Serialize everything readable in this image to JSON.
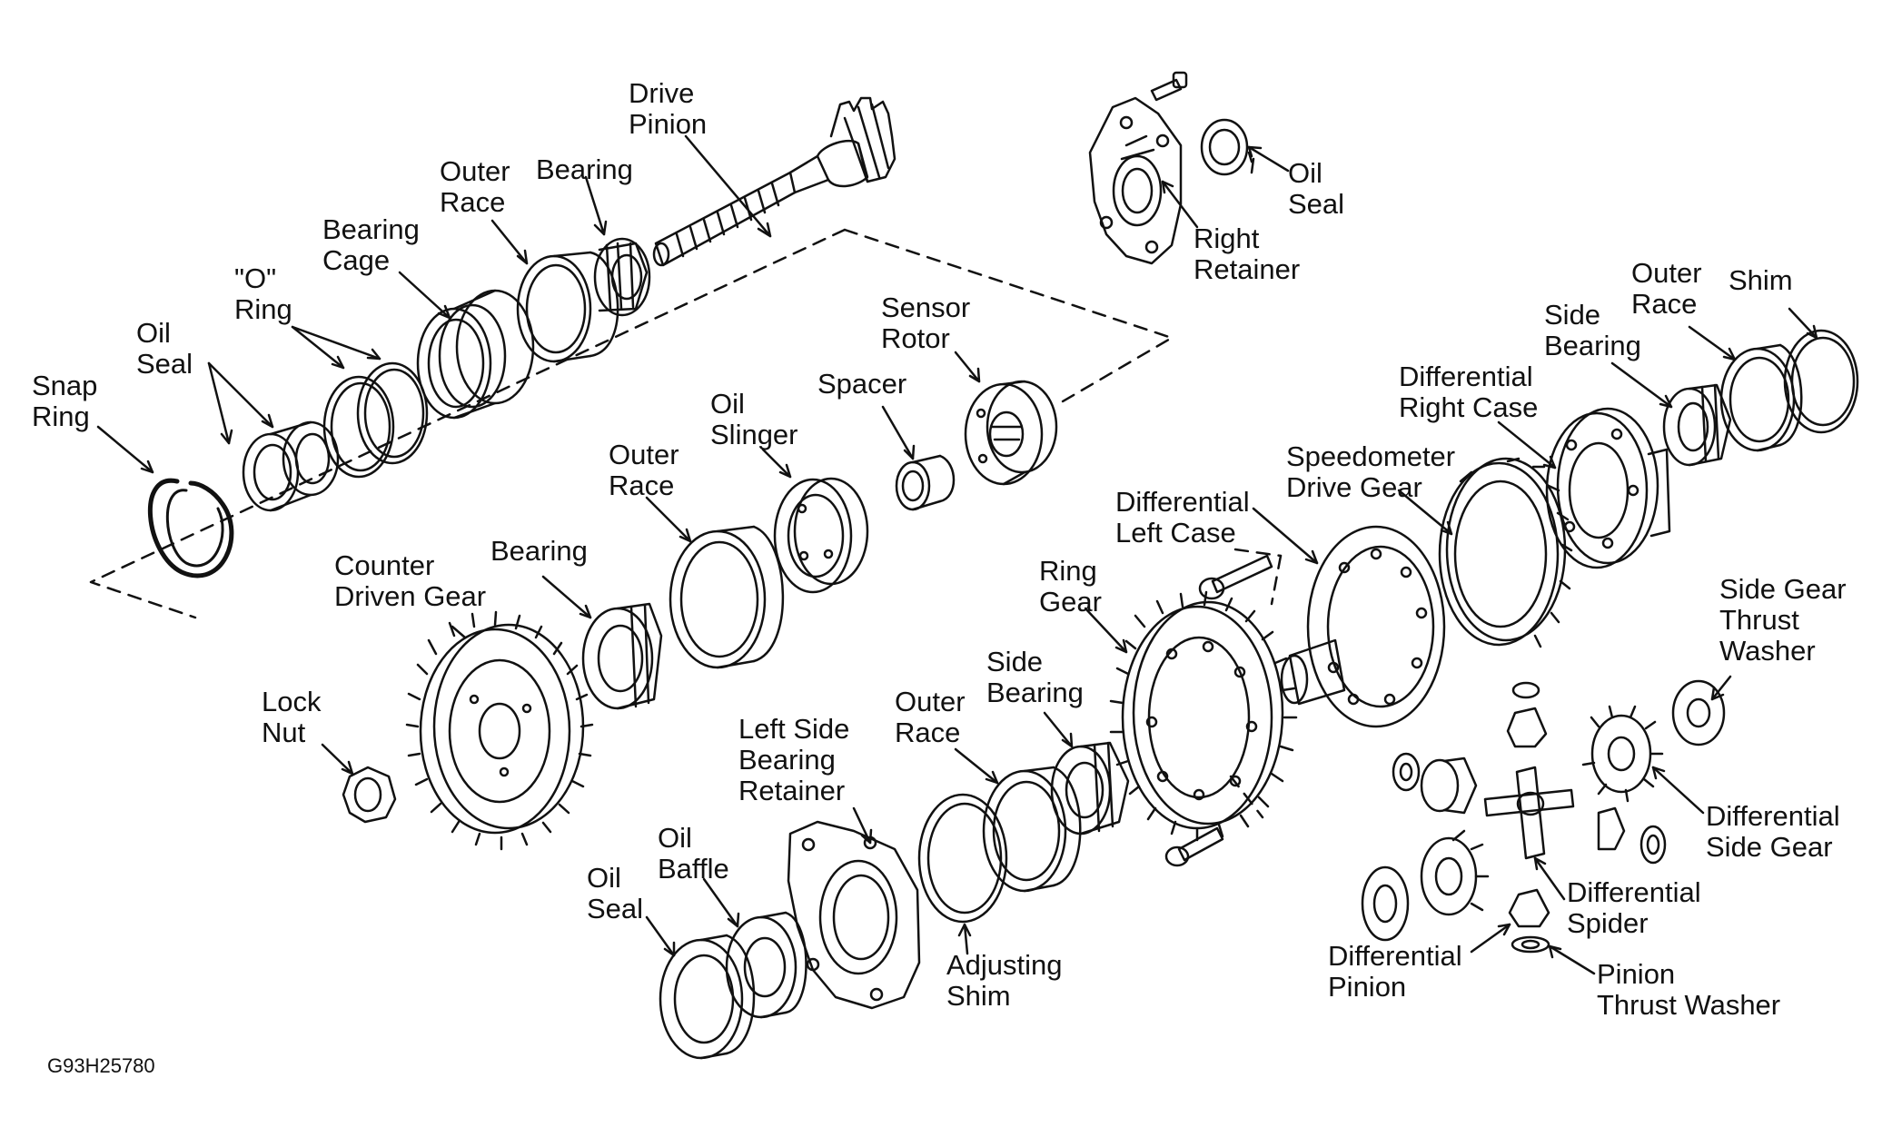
{
  "figure_code": "G93H25780",
  "colors": {
    "ink": "#111111",
    "paper": "#ffffff"
  },
  "labels": {
    "drive_pinion": [
      "Drive",
      "Pinion"
    ],
    "bearing_upper": [
      "Bearing"
    ],
    "outer_race_upper": [
      "Outer",
      "Race"
    ],
    "bearing_cage": [
      "Bearing",
      "Cage"
    ],
    "o_ring": [
      "\"O\"",
      "Ring"
    ],
    "oil_seal_left": [
      "Oil",
      "Seal"
    ],
    "snap_ring": [
      "Snap",
      "Ring"
    ],
    "sensor_rotor": [
      "Sensor",
      "Rotor"
    ],
    "spacer": [
      "Spacer"
    ],
    "oil_slinger": [
      "Oil",
      "Slinger"
    ],
    "outer_race_mid": [
      "Outer",
      "Race"
    ],
    "bearing_mid": [
      "Bearing"
    ],
    "counter_driven_gear": [
      "Counter",
      "Driven Gear"
    ],
    "lock_nut": [
      "Lock",
      "Nut"
    ],
    "oil_seal_right": [
      "Oil",
      "Seal"
    ],
    "right_retainer": [
      "Right",
      "Retainer"
    ],
    "shim": [
      "Shim"
    ],
    "outer_race_right": [
      "Outer",
      "Race"
    ],
    "side_bearing_right": [
      "Side",
      "Bearing"
    ],
    "differential_right_case": [
      "Differential",
      "Right Case"
    ],
    "speedometer_drive_gear": [
      "Speedometer",
      "Drive Gear"
    ],
    "differential_left_case": [
      "Differential",
      "Left Case"
    ],
    "ring_gear": [
      "Ring",
      "Gear"
    ],
    "side_bearing_lower": [
      "Side",
      "Bearing"
    ],
    "outer_race_lower": [
      "Outer",
      "Race"
    ],
    "left_side_bearing_retainer": [
      "Left Side",
      "Bearing",
      "Retainer"
    ],
    "oil_baffle": [
      "Oil",
      "Baffle"
    ],
    "oil_seal_lower": [
      "Oil",
      "Seal"
    ],
    "adjusting_shim": [
      "Adjusting",
      "Shim"
    ],
    "side_gear_thrust_washer": [
      "Side Gear",
      "Thrust",
      "Washer"
    ],
    "differential_side_gear": [
      "Differential",
      "Side Gear"
    ],
    "differential_spider": [
      "Differential",
      "Spider"
    ],
    "differential_pinion": [
      "Differential",
      "Pinion"
    ],
    "pinion_thrust_washer": [
      "Pinion",
      "Thrust Washer"
    ]
  }
}
